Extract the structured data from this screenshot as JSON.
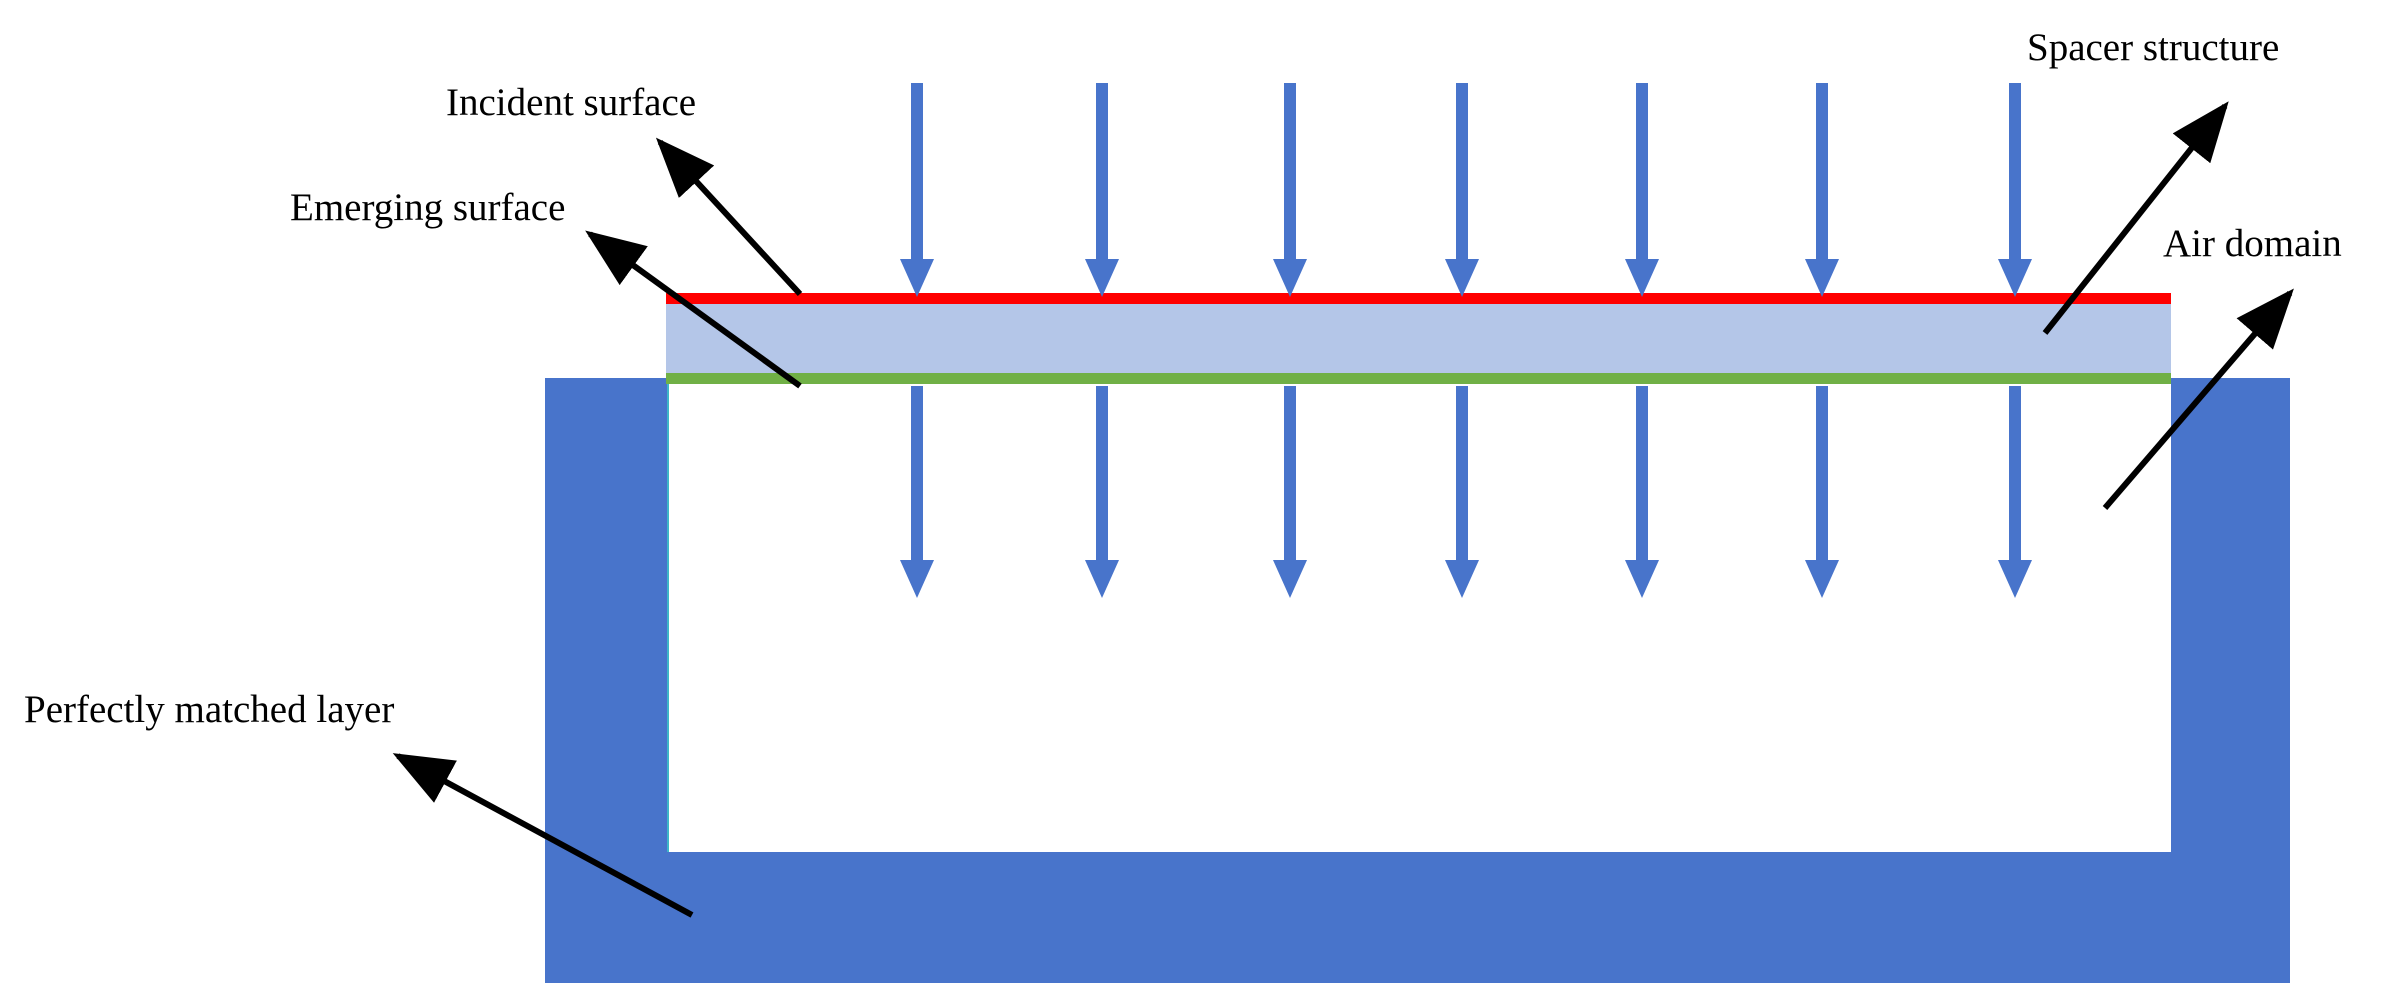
{
  "labels": {
    "incident_surface": "Incident surface",
    "emerging_surface": "Emerging surface",
    "spacer_structure": "Spacer structure",
    "air_domain": "Air domain",
    "perfectly_matched_layer": "Perfectly matched layer"
  },
  "colors": {
    "pml": "#4874CB",
    "spacer": "#B4C6E8",
    "incident_surface": "#FF0000",
    "emerging_surface": "#70B046",
    "wave_arrow": "#4874CB",
    "pointer_arrow": "#000000",
    "background": "#FFFFFF"
  },
  "icons": {
    "wave_arrow": "down-arrow-icon",
    "pointer_arrow": "pointer-arrow-icon"
  },
  "wave_arrows": {
    "count_incident": 7,
    "count_transmitted": 7,
    "direction": "down"
  }
}
